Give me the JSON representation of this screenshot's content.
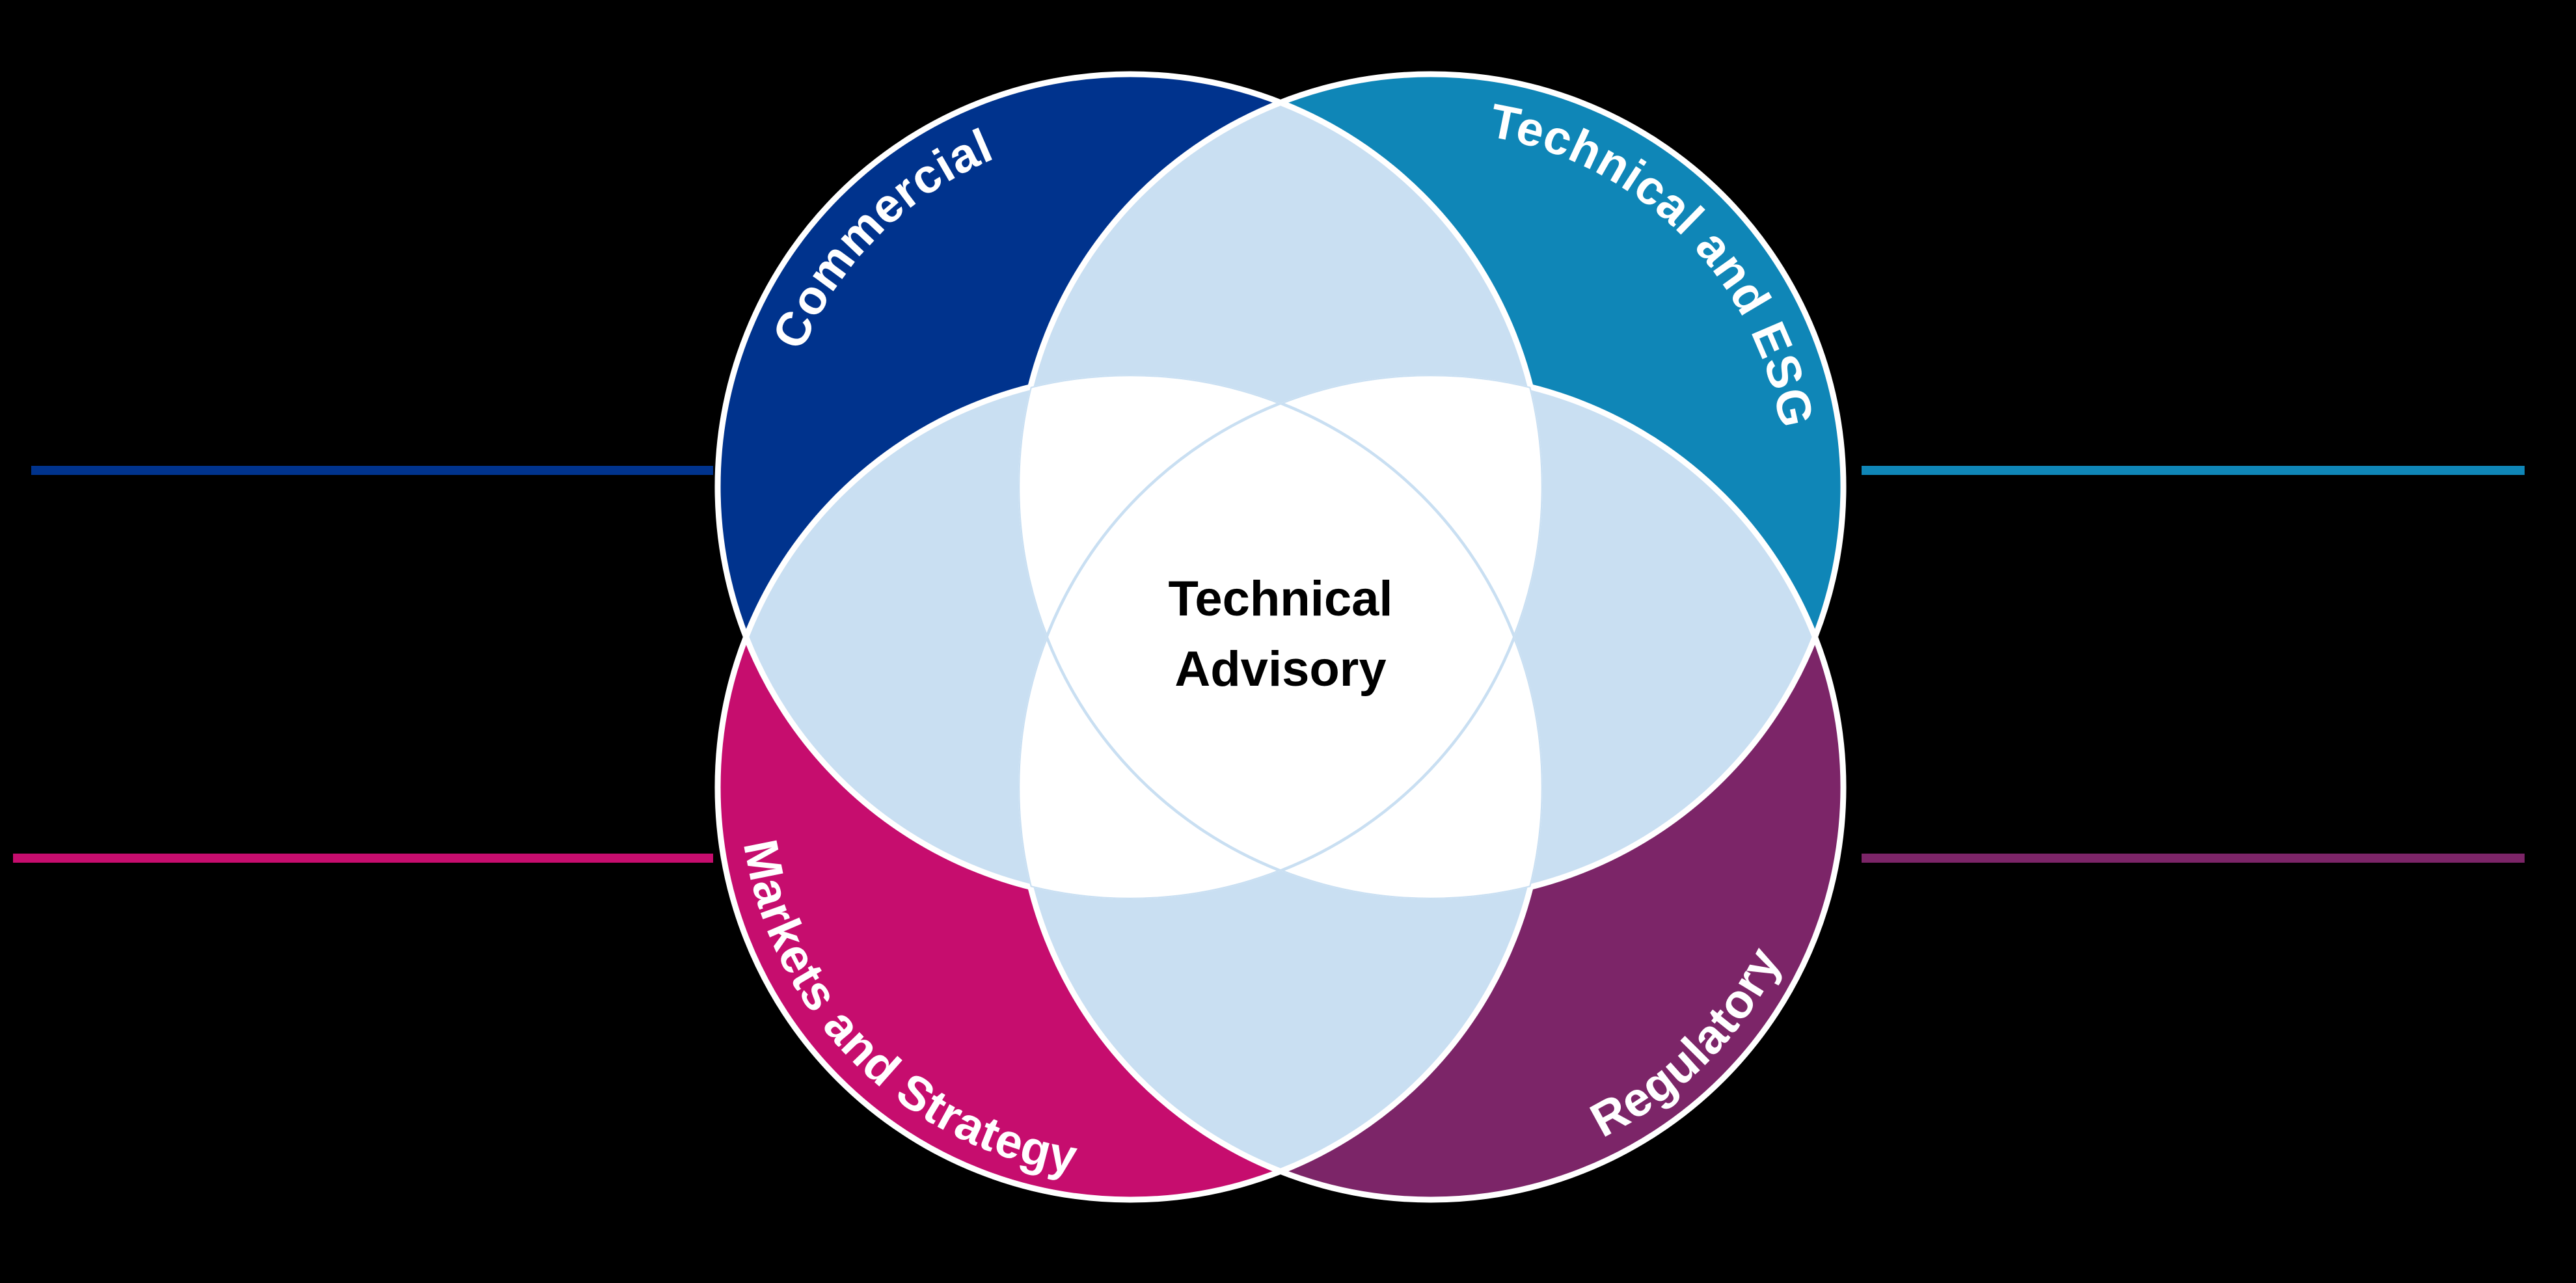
{
  "slide": {
    "background_color": "#000000",
    "description": "Four-circle Venn diagram titled Technical Advisory"
  },
  "venn": {
    "center_label": {
      "line1": "Technical",
      "line2": "Advisory"
    },
    "center_fill": "#FFFFFF",
    "center_text_color": "#000000",
    "overlap_color": "#C9DFF2",
    "inner_arc_color": "#C9DFF2",
    "ring_color": "#FFFFFF",
    "label_color": "#FFFFFF",
    "circles": [
      {
        "label": "Commercial",
        "color": "#00338D",
        "position": "top-left"
      },
      {
        "label": "Technical and ESG",
        "color": "#0F86B7",
        "position": "top-right"
      },
      {
        "label": "Markets and Strategy",
        "color": "#C60D6E",
        "position": "bottom-left"
      },
      {
        "label": "Regulatory",
        "color": "#7C2568",
        "position": "bottom-right"
      }
    ]
  },
  "leader_lines": [
    {
      "side": "left",
      "row": "top",
      "color": "#00338D"
    },
    {
      "side": "right",
      "row": "top",
      "color": "#0F86B7"
    },
    {
      "side": "left",
      "row": "bottom",
      "color": "#C60D6E"
    },
    {
      "side": "right",
      "row": "bottom",
      "color": "#7C2568"
    }
  ]
}
